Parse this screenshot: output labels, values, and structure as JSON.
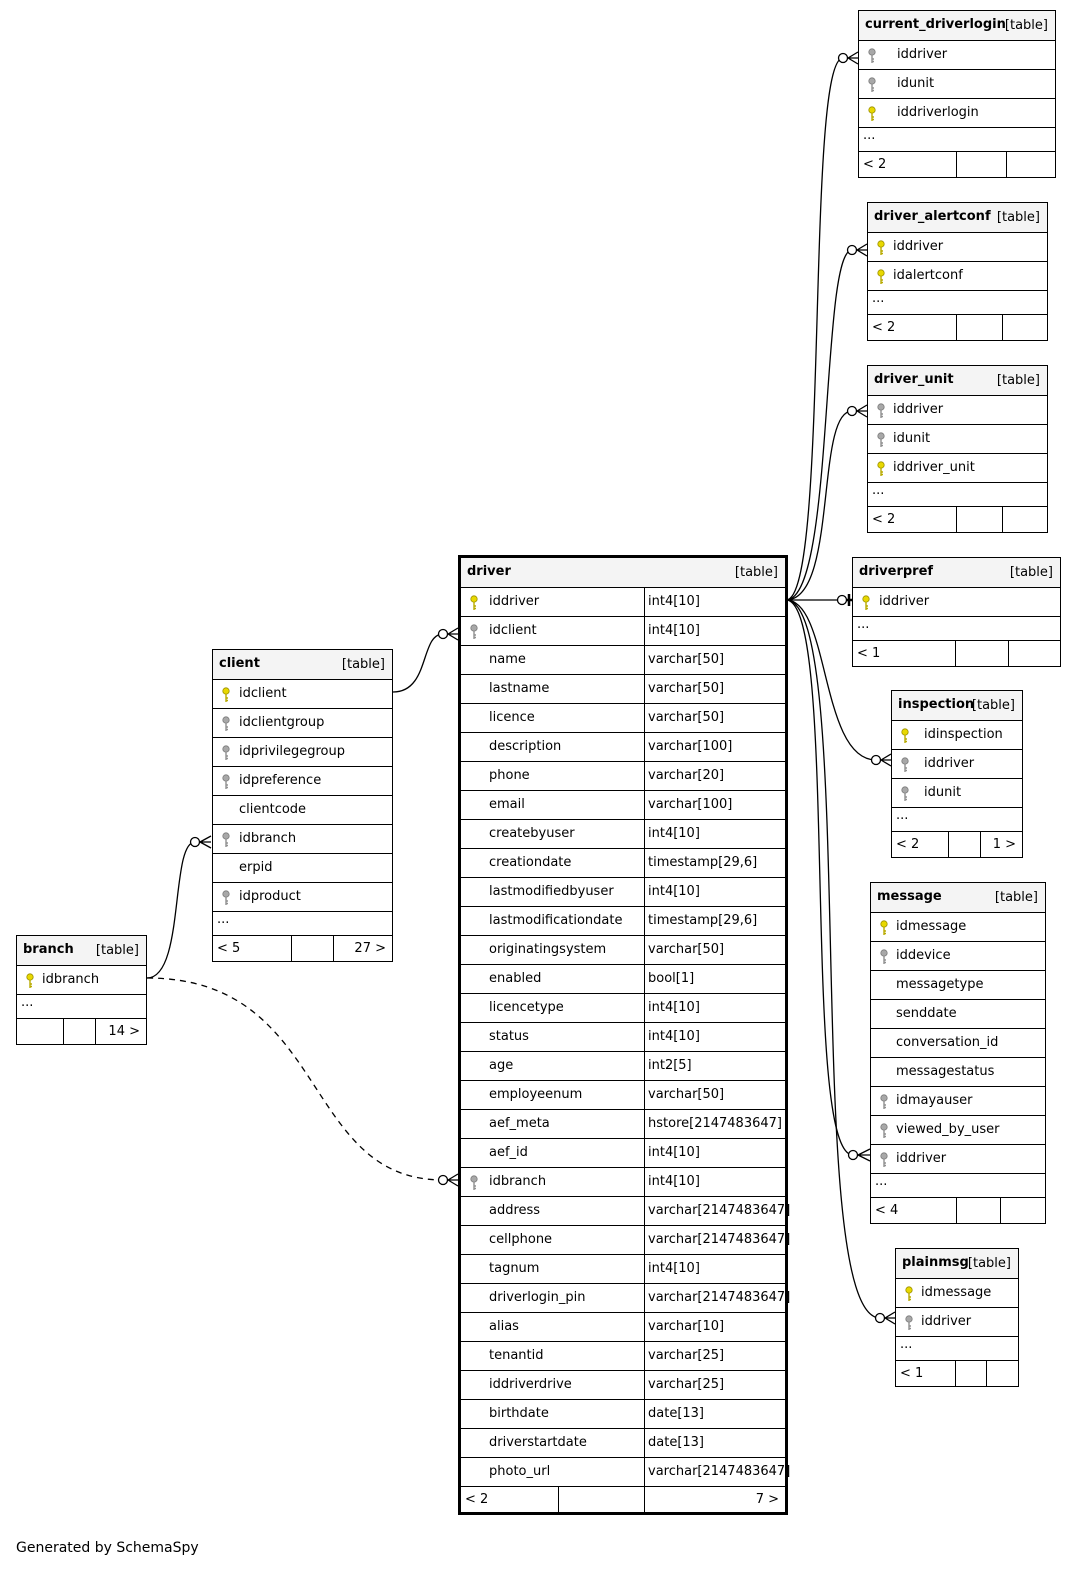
{
  "credit": "Generated by SchemaSpy",
  "key_colors": {
    "primary": "#e8d800",
    "foreign": "#a8a8a8"
  },
  "tables": {
    "current_driverlogin": {
      "name": "current_driverlogin",
      "type": "[table]",
      "columns": [
        {
          "name": "iddriver",
          "key": "fk"
        },
        {
          "name": "idunit",
          "key": "fk"
        },
        {
          "name": "iddriverlogin",
          "key": "pk"
        }
      ],
      "ellipsis": "...",
      "footer_left": "< 2",
      "footer_right": ""
    },
    "driver_alertconf": {
      "name": "driver_alertconf",
      "type": "[table]",
      "columns": [
        {
          "name": "iddriver",
          "key": "pk"
        },
        {
          "name": "idalertconf",
          "key": "pk"
        }
      ],
      "ellipsis": "...",
      "footer_left": "< 2",
      "footer_right": ""
    },
    "driver_unit": {
      "name": "driver_unit",
      "type": "[table]",
      "columns": [
        {
          "name": "iddriver",
          "key": "fk"
        },
        {
          "name": "idunit",
          "key": "fk"
        },
        {
          "name": "iddriver_unit",
          "key": "pk"
        }
      ],
      "ellipsis": "...",
      "footer_left": "< 2",
      "footer_right": ""
    },
    "driverpref": {
      "name": "driverpref",
      "type": "[table]",
      "columns": [
        {
          "name": "iddriver",
          "key": "pk"
        }
      ],
      "ellipsis": "...",
      "footer_left": "< 1",
      "footer_right": ""
    },
    "inspection": {
      "name": "inspection",
      "type": "[table]",
      "columns": [
        {
          "name": "idinspection",
          "key": "pk"
        },
        {
          "name": "iddriver",
          "key": "fk"
        },
        {
          "name": "idunit",
          "key": "fk"
        }
      ],
      "ellipsis": "...",
      "footer_left": "< 2",
      "footer_right": "1 >"
    },
    "message": {
      "name": "message",
      "type": "[table]",
      "columns": [
        {
          "name": "idmessage",
          "key": "pk"
        },
        {
          "name": "iddevice",
          "key": "fk"
        },
        {
          "name": "messagetype",
          "key": ""
        },
        {
          "name": "senddate",
          "key": ""
        },
        {
          "name": "conversation_id",
          "key": ""
        },
        {
          "name": "messagestatus",
          "key": ""
        },
        {
          "name": "idmayauser",
          "key": "fk"
        },
        {
          "name": "viewed_by_user",
          "key": "fk"
        },
        {
          "name": "iddriver",
          "key": "fk"
        }
      ],
      "ellipsis": "...",
      "footer_left": "< 4",
      "footer_right": ""
    },
    "plainmsg": {
      "name": "plainmsg",
      "type": "[table]",
      "columns": [
        {
          "name": "idmessage",
          "key": "pk"
        },
        {
          "name": "iddriver",
          "key": "fk"
        }
      ],
      "ellipsis": "...",
      "footer_left": "< 1",
      "footer_right": ""
    },
    "client": {
      "name": "client",
      "type": "[table]",
      "columns": [
        {
          "name": "idclient",
          "key": "pk"
        },
        {
          "name": "idclientgroup",
          "key": "fk"
        },
        {
          "name": "idprivilegegroup",
          "key": "fk"
        },
        {
          "name": "idpreference",
          "key": "fk"
        },
        {
          "name": "clientcode",
          "key": ""
        },
        {
          "name": "idbranch",
          "key": "fk"
        },
        {
          "name": "erpid",
          "key": ""
        },
        {
          "name": "idproduct",
          "key": "fk"
        }
      ],
      "ellipsis": "...",
      "footer_left": "< 5",
      "footer_right": "27 >"
    },
    "branch": {
      "name": "branch",
      "type": "[table]",
      "columns": [
        {
          "name": "idbranch",
          "key": "pk"
        }
      ],
      "ellipsis": "...",
      "footer_left": "",
      "footer_right": "14 >"
    },
    "driver": {
      "name": "driver",
      "type": "[table]",
      "columns": [
        {
          "name": "iddriver",
          "key": "pk",
          "type": "int4[10]"
        },
        {
          "name": "idclient",
          "key": "fk",
          "type": "int4[10]"
        },
        {
          "name": "name",
          "key": "",
          "type": "varchar[50]"
        },
        {
          "name": "lastname",
          "key": "",
          "type": "varchar[50]"
        },
        {
          "name": "licence",
          "key": "",
          "type": "varchar[50]"
        },
        {
          "name": "description",
          "key": "",
          "type": "varchar[100]"
        },
        {
          "name": "phone",
          "key": "",
          "type": "varchar[20]"
        },
        {
          "name": "email",
          "key": "",
          "type": "varchar[100]"
        },
        {
          "name": "createbyuser",
          "key": "",
          "type": "int4[10]"
        },
        {
          "name": "creationdate",
          "key": "",
          "type": "timestamp[29,6]"
        },
        {
          "name": "lastmodifiedbyuser",
          "key": "",
          "type": "int4[10]"
        },
        {
          "name": "lastmodificationdate",
          "key": "",
          "type": "timestamp[29,6]"
        },
        {
          "name": "originatingsystem",
          "key": "",
          "type": "varchar[50]"
        },
        {
          "name": "enabled",
          "key": "",
          "type": "bool[1]"
        },
        {
          "name": "licencetype",
          "key": "",
          "type": "int4[10]"
        },
        {
          "name": "status",
          "key": "",
          "type": "int4[10]"
        },
        {
          "name": "age",
          "key": "",
          "type": "int2[5]"
        },
        {
          "name": "employeenum",
          "key": "",
          "type": "varchar[50]"
        },
        {
          "name": "aef_meta",
          "key": "",
          "type": "hstore[2147483647]"
        },
        {
          "name": "aef_id",
          "key": "",
          "type": "int4[10]"
        },
        {
          "name": "idbranch",
          "key": "fk",
          "type": "int4[10]"
        },
        {
          "name": "address",
          "key": "",
          "type": "varchar[2147483647]"
        },
        {
          "name": "cellphone",
          "key": "",
          "type": "varchar[2147483647]"
        },
        {
          "name": "tagnum",
          "key": "",
          "type": "int4[10]"
        },
        {
          "name": "driverlogin_pin",
          "key": "",
          "type": "varchar[2147483647]"
        },
        {
          "name": "alias",
          "key": "",
          "type": "varchar[10]"
        },
        {
          "name": "tenantid",
          "key": "",
          "type": "varchar[25]"
        },
        {
          "name": "iddriverdrive",
          "key": "",
          "type": "varchar[25]"
        },
        {
          "name": "birthdate",
          "key": "",
          "type": "date[13]"
        },
        {
          "name": "driverstartdate",
          "key": "",
          "type": "date[13]"
        },
        {
          "name": "photo_url",
          "key": "",
          "type": "varchar[2147483647]"
        }
      ],
      "footer_left": "< 2",
      "footer_right": "7 >"
    }
  }
}
